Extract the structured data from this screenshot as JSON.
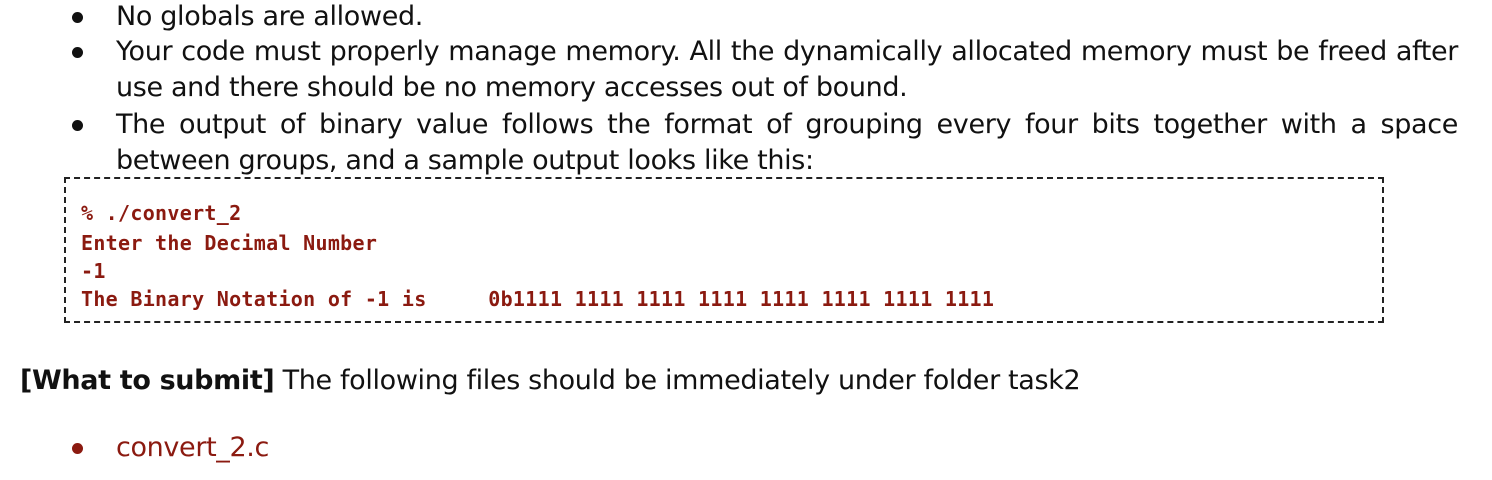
{
  "requirements": [
    "No globals are allowed.",
    "Your code must properly manage memory. All the dynamically allocated memory must be freed after use and there should be no memory accesses out of bound.",
    "The output of binary value follows the format of grouping every four bits together with a space between groups, and a sample output looks like this:"
  ],
  "sample_output": {
    "command": "% ./convert_2",
    "prompt": "Enter the Decimal Number",
    "input": "-1",
    "result": "The Binary Notation of -1 is     0b1111 1111 1111 1111 1111 1111 1111 1111"
  },
  "submit": {
    "label": "[What to submit]",
    "text": " The following files should be immediately under folder task2"
  },
  "files": [
    "convert_2.c"
  ],
  "colors": {
    "text": "#111111",
    "code": "#8b1a10",
    "file_link": "#8b1a10"
  }
}
